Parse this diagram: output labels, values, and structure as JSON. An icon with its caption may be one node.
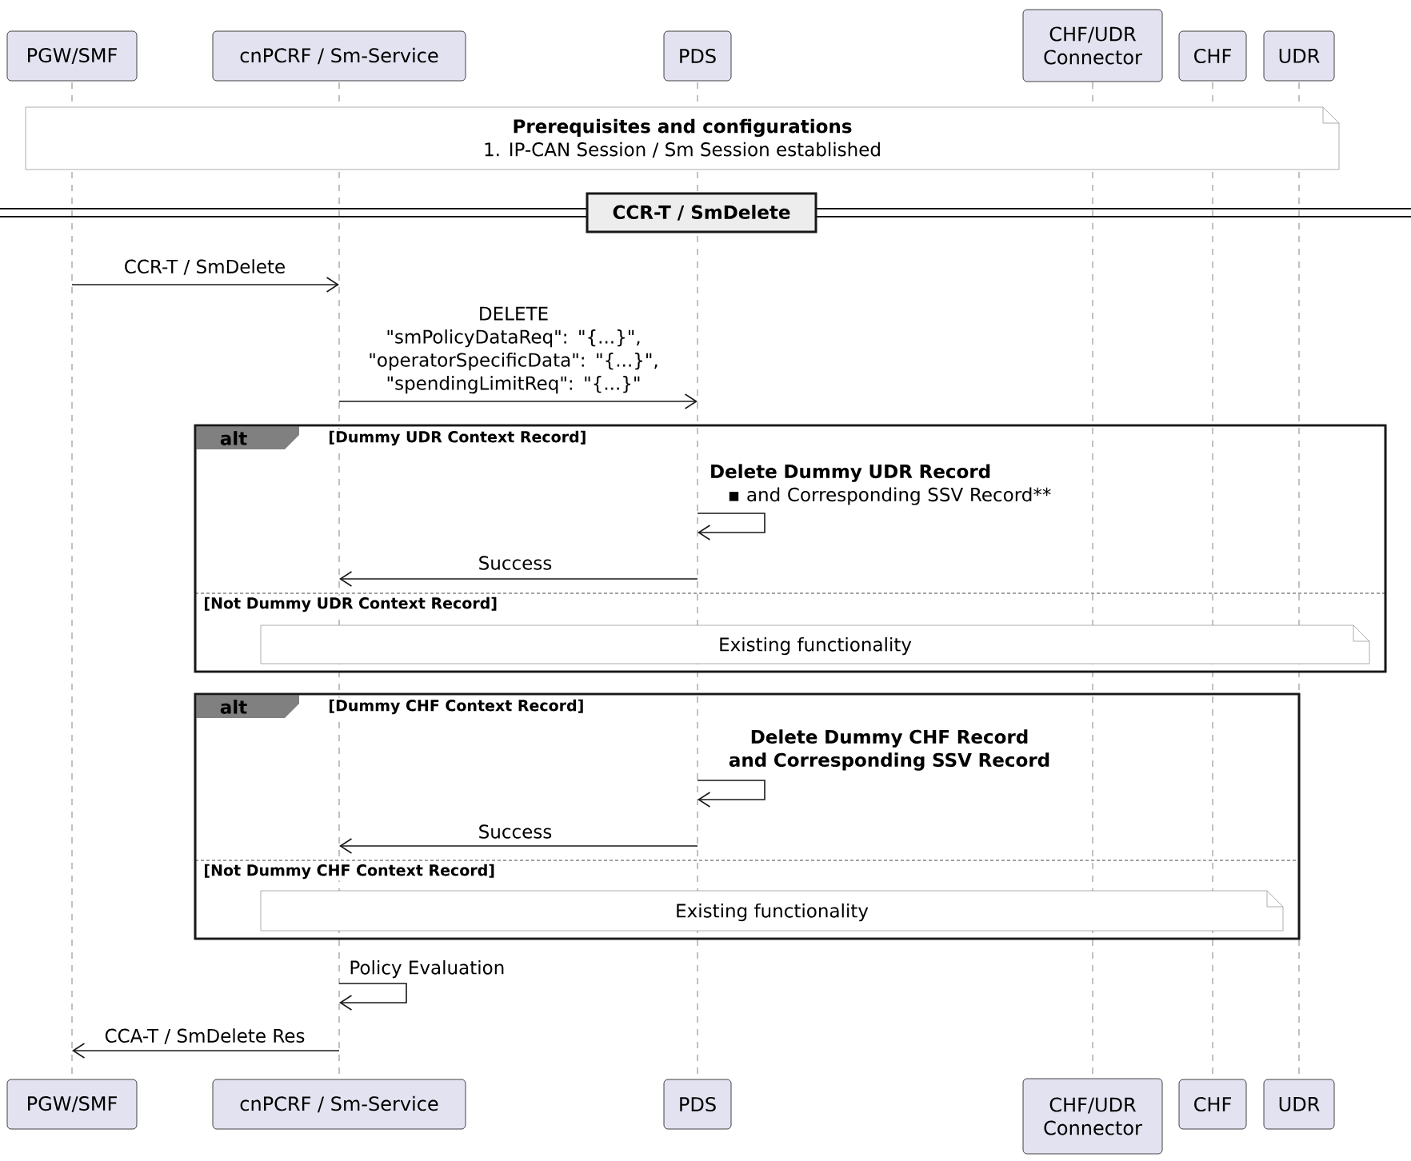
{
  "diagram": {
    "nodes": [
      {
        "text": [
          "PGW/SMF"
        ]
      },
      {
        "text": [
          "cnPCRF / Sm-Service"
        ]
      },
      {
        "text": [
          "PDS"
        ]
      },
      {
        "text": [
          "CHF/UDR Connector"
        ]
      },
      {
        "text": [
          "CHF"
        ]
      },
      {
        "text": [
          "UDR"
        ]
      },
      {
        "text": [
          "PGW/SMF"
        ]
      },
      {
        "text": [
          "cnPCRF / Sm-Service"
        ]
      },
      {
        "text": [
          "PDS"
        ]
      },
      {
        "text": [
          "CHF/UDR Connector"
        ]
      },
      {
        "text": [
          "CHF"
        ]
      },
      {
        "text": [
          "UDR"
        ]
      },
      {
        "text": [
          "Prerequisites and configurations",
          "1. IP-CAN Session / Sm Session established"
        ]
      },
      {
        "text": [
          "CCR-T / SmDelete"
        ]
      },
      {
        "text": [
          "alt",
          "[Dummy UDR Context Record]",
          "[Not Dummy UDR Context Record]"
        ]
      },
      {
        "text": [
          "Existing functionality"
        ],
        "in": 14
      },
      {
        "text": [
          "alt",
          "[Dummy CHF Context Record]",
          "[Not Dummy CHF Context Record]"
        ]
      },
      {
        "text": [
          "Existing functionality"
        ],
        "in": 16
      },
      {
        "text": [],
        "shape": "line"
      },
      {
        "text": [],
        "shape": "line"
      },
      {
        "text": [],
        "shape": "line"
      },
      {
        "text": [],
        "shape": "line"
      },
      {
        "text": [],
        "shape": "line"
      },
      {
        "text": [],
        "shape": "line"
      }
    ],
    "edges": [
      {
        "from": 18,
        "to": 19,
        "arrow": "to",
        "label": "CCR-T / SmDelete"
      },
      {
        "from": 19,
        "to": 20,
        "arrow": "to",
        "label": "DELETE \"smPolicyDataReq\": \"{...}\", \"operatorSpecificData\": \"{...}\", \"spendingLimitReq\": \"{...}\""
      },
      {
        "from": 20,
        "to": 20,
        "arrow": "to",
        "label": "**Delete Dummy UDR Record** ▪ and Corresponding SSV Record**"
      },
      {
        "from": 20,
        "to": 19,
        "arrow": "to",
        "label": "Success"
      },
      {
        "from": 20,
        "to": 20,
        "arrow": "to",
        "label": "Delete Dummy CHF Record and Corresponding SSV Record"
      },
      {
        "from": 20,
        "to": 19,
        "arrow": "to",
        "label": "Success"
      },
      {
        "from": 19,
        "to": 19,
        "arrow": "to",
        "label": "Policy Evaluation"
      },
      {
        "from": 19,
        "to": 18,
        "arrow": "to",
        "label": "CCA-T / SmDelete Res"
      }
    ]
  }
}
